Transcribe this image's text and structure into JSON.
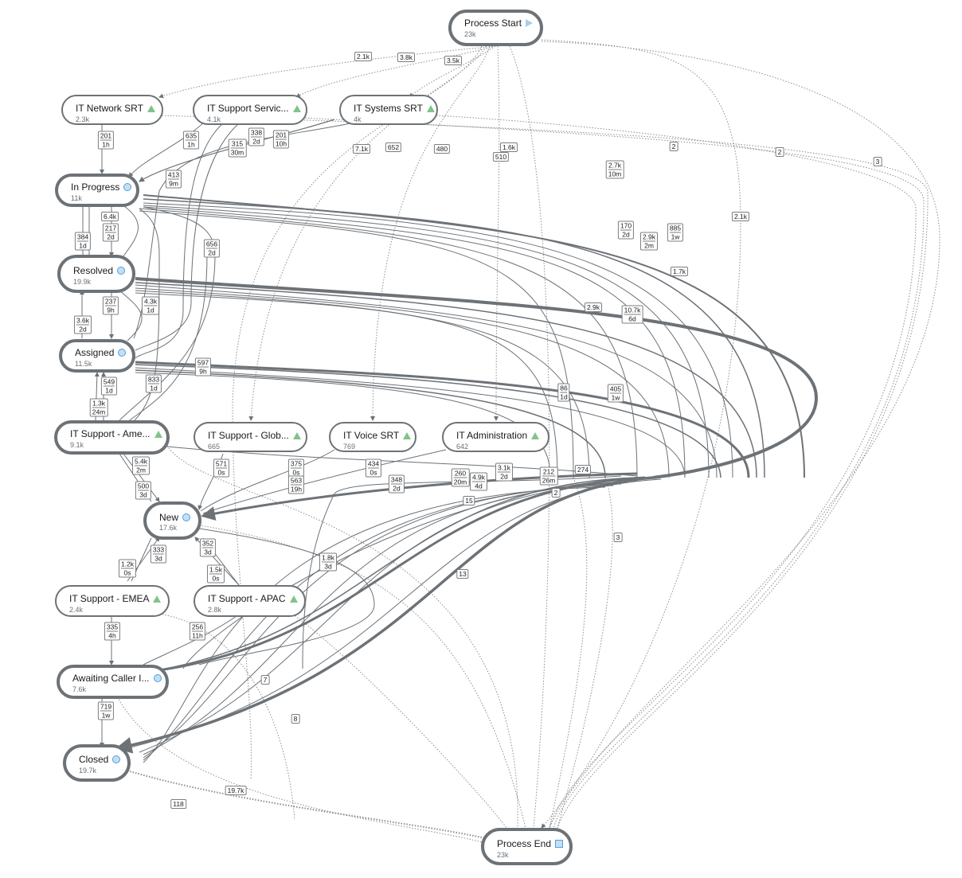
{
  "nodes": {
    "process_start": {
      "label": "Process Start",
      "count": "23k"
    },
    "it_network_srt": {
      "label": "IT Network SRT",
      "count": "2.3k"
    },
    "it_support_servic": {
      "label": "IT Support Servic...",
      "count": "4.1k"
    },
    "it_systems_srt": {
      "label": "IT Systems SRT",
      "count": "4k"
    },
    "in_progress": {
      "label": "In Progress",
      "count": "11k"
    },
    "resolved": {
      "label": "Resolved",
      "count": "19.9k"
    },
    "assigned": {
      "label": "Assigned",
      "count": "11.5k"
    },
    "it_support_ame": {
      "label": "IT Support - Ame...",
      "count": "9.1k"
    },
    "it_support_glob": {
      "label": "IT Support - Glob...",
      "count": "665"
    },
    "it_voice_srt": {
      "label": "IT Voice SRT",
      "count": "769"
    },
    "it_administration": {
      "label": "IT Administration",
      "count": "642"
    },
    "new": {
      "label": "New",
      "count": "17.6k"
    },
    "it_support_emea": {
      "label": "IT Support - EMEA",
      "count": "2.4k"
    },
    "it_support_apac": {
      "label": "IT Support - APAC",
      "count": "2.8k"
    },
    "awaiting_caller": {
      "label": "Awaiting Caller I...",
      "count": "7.6k"
    },
    "closed": {
      "label": "Closed",
      "count": "19.7k"
    },
    "process_end": {
      "label": "Process End",
      "count": "23k"
    }
  },
  "edge_labels": [
    {
      "id": "e1",
      "a": "2.1k",
      "b": ""
    },
    {
      "id": "e2",
      "a": "3.8k",
      "b": ""
    },
    {
      "id": "e3",
      "a": "3.5k",
      "b": ""
    },
    {
      "id": "e4",
      "a": "201",
      "b": "1h"
    },
    {
      "id": "e5",
      "a": "635",
      "b": "1h"
    },
    {
      "id": "e6",
      "a": "338",
      "b": "2d"
    },
    {
      "id": "e7",
      "a": "201",
      "b": "10h"
    },
    {
      "id": "e8",
      "a": "315",
      "b": "30m"
    },
    {
      "id": "e9",
      "a": "413",
      "b": "9m"
    },
    {
      "id": "e10",
      "a": "7.1k",
      "b": ""
    },
    {
      "id": "e11",
      "a": "652",
      "b": ""
    },
    {
      "id": "e12",
      "a": "480",
      "b": ""
    },
    {
      "id": "e13",
      "a": "1.6k",
      "b": ""
    },
    {
      "id": "e14",
      "a": "510",
      "b": ""
    },
    {
      "id": "e15",
      "a": "2.7k",
      "b": "10m"
    },
    {
      "id": "e16",
      "a": "2",
      "b": ""
    },
    {
      "id": "e17",
      "a": "2",
      "b": ""
    },
    {
      "id": "e18",
      "a": "3",
      "b": ""
    },
    {
      "id": "e19",
      "a": "6.4k",
      "b": ""
    },
    {
      "id": "e20",
      "a": "217",
      "b": "2d"
    },
    {
      "id": "e21",
      "a": "384",
      "b": "1d"
    },
    {
      "id": "e22",
      "a": "656",
      "b": "2d"
    },
    {
      "id": "e23",
      "a": "170",
      "b": "2d"
    },
    {
      "id": "e24",
      "a": "2.9k",
      "b": "2m"
    },
    {
      "id": "e25",
      "a": "885",
      "b": "1w"
    },
    {
      "id": "e26",
      "a": "2.1k",
      "b": ""
    },
    {
      "id": "e27",
      "a": "1.7k",
      "b": ""
    },
    {
      "id": "e28",
      "a": "237",
      "b": "9h"
    },
    {
      "id": "e29",
      "a": "4.3k",
      "b": "1d"
    },
    {
      "id": "e30",
      "a": "3.6k",
      "b": "2d"
    },
    {
      "id": "e31",
      "a": "2.9k",
      "b": ""
    },
    {
      "id": "e32",
      "a": "10.7k",
      "b": "6d"
    },
    {
      "id": "e33",
      "a": "597",
      "b": "9h"
    },
    {
      "id": "e34",
      "a": "833",
      "b": "1d"
    },
    {
      "id": "e35",
      "a": "549",
      "b": "1d"
    },
    {
      "id": "e36",
      "a": "1.3k",
      "b": "24m"
    },
    {
      "id": "e37",
      "a": "86",
      "b": "1d"
    },
    {
      "id": "e38",
      "a": "405",
      "b": "1w"
    },
    {
      "id": "e39",
      "a": "5.4k",
      "b": "2m"
    },
    {
      "id": "e40",
      "a": "500",
      "b": "3d"
    },
    {
      "id": "e41",
      "a": "571",
      "b": "0s"
    },
    {
      "id": "e42",
      "a": "375",
      "b": "0s"
    },
    {
      "id": "e43",
      "a": "563",
      "b": "19h"
    },
    {
      "id": "e44",
      "a": "434",
      "b": "0s"
    },
    {
      "id": "e45",
      "a": "348",
      "b": "2d"
    },
    {
      "id": "e46",
      "a": "260",
      "b": "20m"
    },
    {
      "id": "e47",
      "a": "4.9k",
      "b": "4d"
    },
    {
      "id": "e48",
      "a": "3.1k",
      "b": "2d"
    },
    {
      "id": "e49",
      "a": "212",
      "b": "26m"
    },
    {
      "id": "e50",
      "a": "274",
      "b": ""
    },
    {
      "id": "e51",
      "a": "2",
      "b": ""
    },
    {
      "id": "e52",
      "a": "15",
      "b": ""
    },
    {
      "id": "e53",
      "a": "3",
      "b": ""
    },
    {
      "id": "e54",
      "a": "333",
      "b": "3d"
    },
    {
      "id": "e55",
      "a": "352",
      "b": "3d"
    },
    {
      "id": "e56",
      "a": "1.2k",
      "b": "0s"
    },
    {
      "id": "e57",
      "a": "1.5k",
      "b": "0s"
    },
    {
      "id": "e58",
      "a": "1.8k",
      "b": "3d"
    },
    {
      "id": "e59",
      "a": "13",
      "b": ""
    },
    {
      "id": "e60",
      "a": "335",
      "b": "4h"
    },
    {
      "id": "e61",
      "a": "256",
      "b": "11h"
    },
    {
      "id": "e62",
      "a": "7",
      "b": ""
    },
    {
      "id": "e63",
      "a": "719",
      "b": "1w"
    },
    {
      "id": "e64",
      "a": "8",
      "b": ""
    },
    {
      "id": "e65",
      "a": "19.7k",
      "b": ""
    },
    {
      "id": "e66",
      "a": "118",
      "b": ""
    }
  ]
}
